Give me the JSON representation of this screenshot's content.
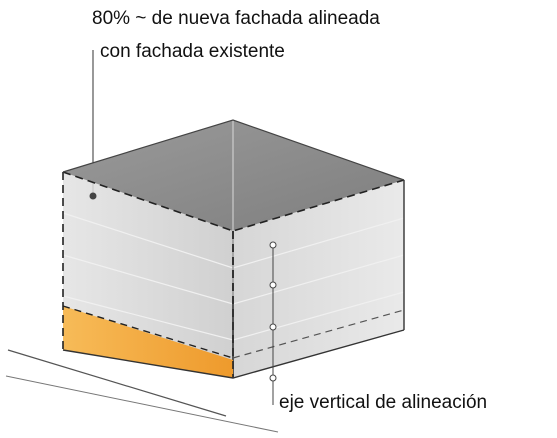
{
  "annotations": {
    "top_line_1": "80% ~ de nueva fachada alineada",
    "top_line_2": "con fachada  existente",
    "bottom_label": "eje vertical de alineación"
  },
  "colors": {
    "top_face": "#8f8f8f",
    "left_face": "#d2d2d2",
    "right_face": "#bdbdbd",
    "accent_orange": "#f3a53a",
    "line": "#444444"
  }
}
